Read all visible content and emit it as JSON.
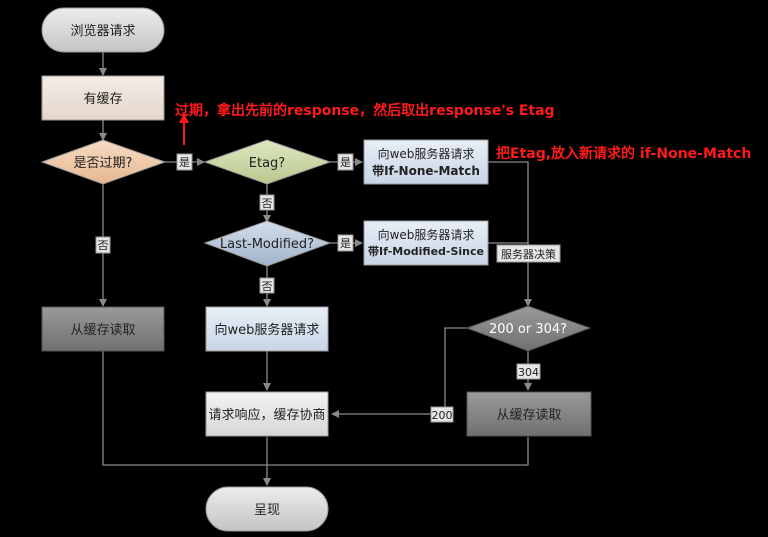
{
  "nodes": {
    "browser_request": "浏览器请求",
    "has_cache": "有缓存",
    "expired_q": "是否过期?",
    "etag_q": "Etag?",
    "req_if_none_match_line1": "向web服务器请求",
    "req_if_none_match_line2": "带If-None-Match",
    "last_modified_q": "Last-Modified?",
    "req_if_modified_since_line1": "向web服务器请求",
    "req_if_modified_since_line2": "带If-Modified-Since",
    "read_cache_left": "从缓存读取",
    "req_server": "向web服务器请求",
    "status_q": "200 or 304?",
    "respond_cache": "请求响应，缓存协商",
    "read_cache_right": "从缓存读取",
    "present": "呈现"
  },
  "edge_labels": {
    "yes_expired": "是",
    "no_expired": "否",
    "yes_etag": "是",
    "no_etag": "否",
    "yes_lastmod": "是",
    "no_lastmod": "否",
    "server_decision": "服务器决策",
    "code_304": "304",
    "code_200": "200"
  },
  "annotations": {
    "expired_note": "过期，拿出先前的response，然后取出response's Etag",
    "etag_note": "把Etag,放入新请求的 if-None-Match"
  },
  "colors": {
    "annotation": "#ff1a1a",
    "terminal": "#cfcfcf",
    "decision_orange": "#f1c9a8",
    "decision_green": "#cdd9a8",
    "decision_blue": "#b7c7da",
    "box_gray": "#8a8a8a",
    "box_blue": "#d7e1ee"
  }
}
